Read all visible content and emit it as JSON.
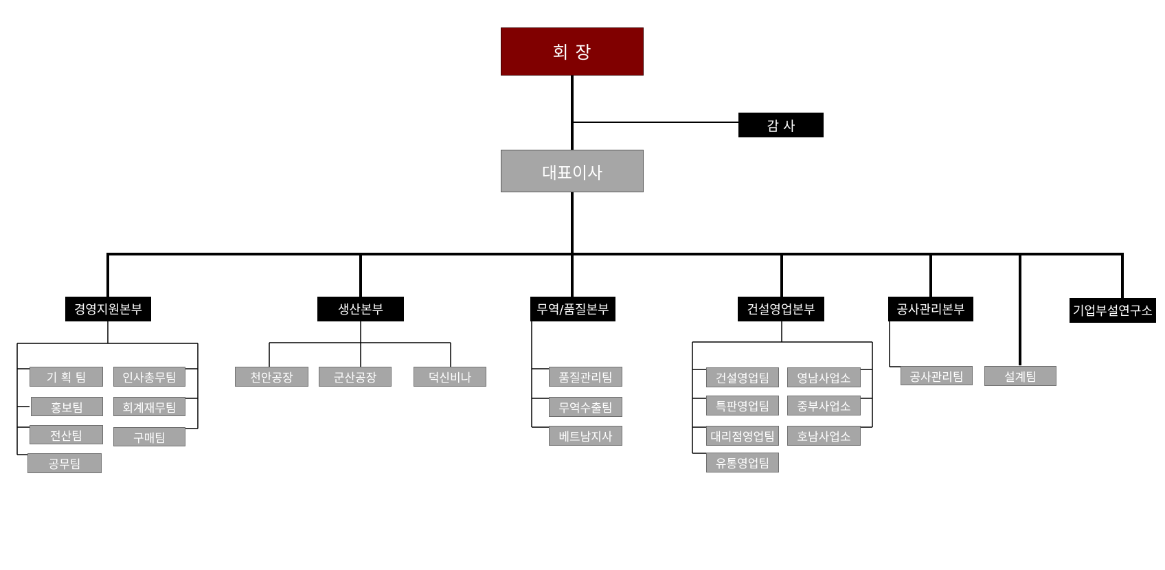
{
  "chairman": "회  장",
  "auditor": "감 사",
  "ceo": "대표이사",
  "divisions": [
    {
      "name": "경영지원본부",
      "teams": [
        "기 획 팀",
        "인사총무팀",
        "홍보팀",
        "회계재무팀",
        "전산팀",
        "구매팀",
        "공무팀"
      ]
    },
    {
      "name": "생산본부",
      "teams": [
        "천안공장",
        "군산공장",
        "덕신비나"
      ]
    },
    {
      "name": "무역/품질본부",
      "teams": [
        "품질관리팀",
        "무역수출팀",
        "베트남지사"
      ]
    },
    {
      "name": "건설영업본부",
      "teams": [
        "건설영업팀",
        "영남사업소",
        "특판영업팀",
        "중부사업소",
        "대리점영업팀",
        "호남사업소",
        "유통영업팀"
      ]
    },
    {
      "name": "공사관리본부",
      "teams": [
        "공사관리팀"
      ]
    },
    {
      "name": "",
      "teams": [
        "설계팀"
      ]
    },
    {
      "name": "기업부설연구소",
      "teams": []
    }
  ],
  "colors": {
    "chairman": "#800000",
    "ceo": "#a6a6a6",
    "head": "#000000",
    "team": "#a6a6a6"
  }
}
